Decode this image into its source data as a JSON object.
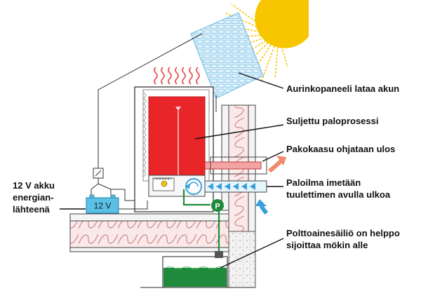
{
  "labels": {
    "solar": "Aurinkopaneeli lataa akun",
    "combustion": "Suljettu paloprosessi",
    "exhaust": "Pakokaasu ohjataan ulos",
    "intake_line1": "Paloilma imetään",
    "intake_line2": "tuulettimen avulla ulkoa",
    "battery_line1": "12 V akku",
    "battery_line2": "energian-",
    "battery_line3": "lähteenä",
    "tank_line1": "Polttoainesäiliö on helppo",
    "tank_line2": "sijoittaa mökin alle"
  },
  "battery_label": "12 V",
  "pump_label": "P",
  "colors": {
    "combustion_red": "#e8262a",
    "fuel_green": "#1f8a3b",
    "battery_blue": "#5bc0e6",
    "sun_yellow": "#f7c600",
    "panel_blue": "#a9d6ec",
    "heat_wave": "#e85a5a",
    "exhaust_arrow": "#f08a6a",
    "intake_arrow": "#3a9fd8",
    "insulation_pink": "#f4c9c9"
  },
  "icons": [
    "sun-icon",
    "solar-panel-icon",
    "heat-wave-icon",
    "fan-icon",
    "pump-icon",
    "battery-icon",
    "fuel-tank-icon",
    "exhaust-arrow-icon",
    "intake-arrow-icon",
    "charge-controller-icon"
  ]
}
